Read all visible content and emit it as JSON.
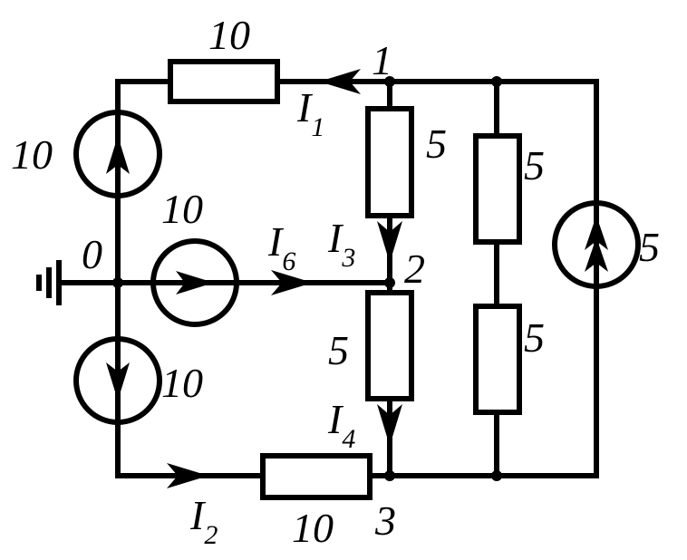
{
  "nodes": {
    "n0": "0",
    "n1": "1",
    "n2": "2",
    "n3": "3"
  },
  "resistors": {
    "top": "10",
    "r12": "5",
    "r23": "5",
    "right_upper": "5",
    "right_lower": "5",
    "bottom": "10"
  },
  "sources": {
    "left_upper": "10",
    "middle": "10",
    "left_lower": "10",
    "right": "5"
  },
  "currents": {
    "i1": {
      "main": "I",
      "sub": "1"
    },
    "i2": {
      "main": "I",
      "sub": "2"
    },
    "i3": {
      "main": "I",
      "sub": "3"
    },
    "i4": {
      "main": "I",
      "sub": "4"
    },
    "i6": {
      "main": "I",
      "sub": "6"
    }
  },
  "symbols": [
    "ground-icon",
    "current-source-icon",
    "resistor-icon",
    "arrow-icon"
  ]
}
